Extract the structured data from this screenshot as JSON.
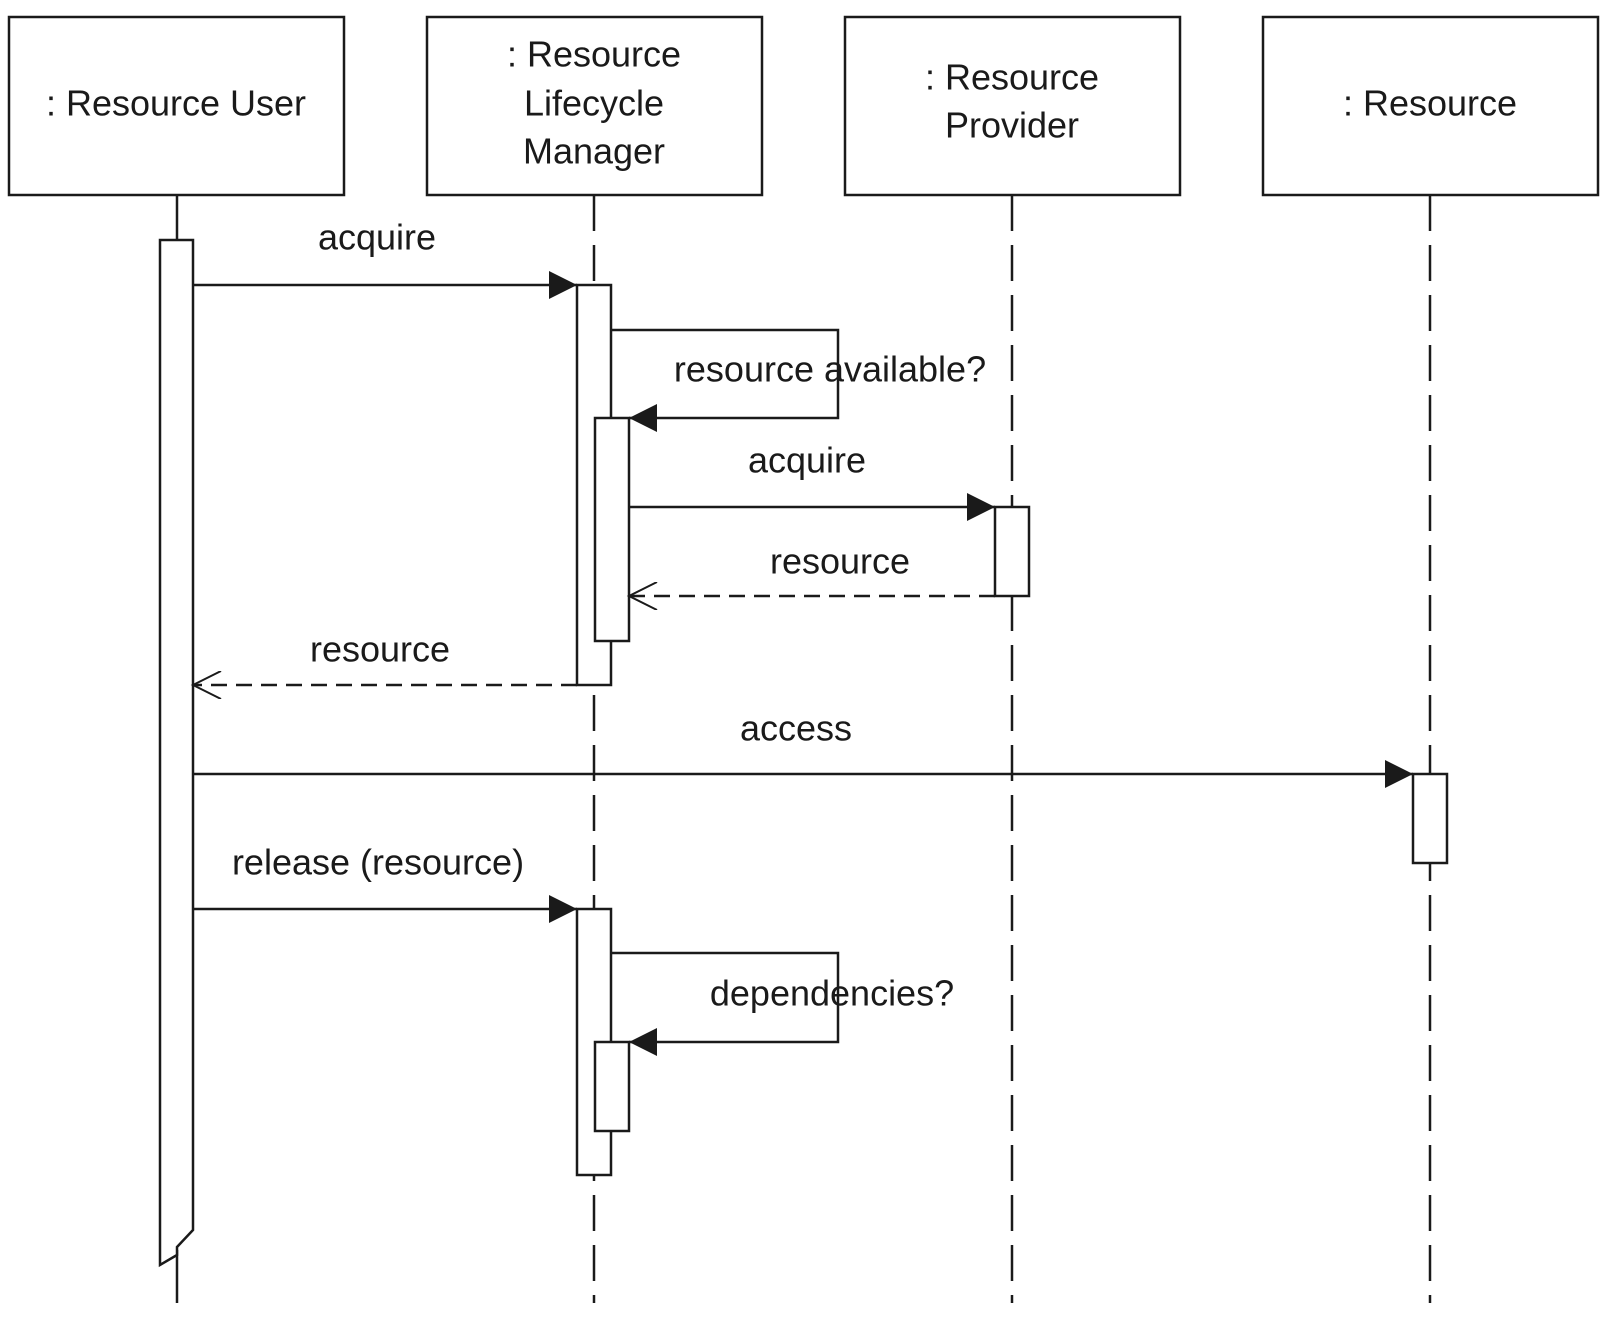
{
  "participants": [
    {
      "id": "user",
      "lines": [
        ": Resource User"
      ]
    },
    {
      "id": "manager",
      "lines": [
        ": Resource",
        "Lifecycle",
        "Manager"
      ]
    },
    {
      "id": "provider",
      "lines": [
        ": Resource",
        "Provider"
      ]
    },
    {
      "id": "resource",
      "lines": [
        ": Resource"
      ]
    }
  ],
  "messages": [
    {
      "id": "acquire-1",
      "label": "acquire",
      "from": "user",
      "to": "manager",
      "kind": "sync"
    },
    {
      "id": "resource-available",
      "label": "resource available?",
      "from": "manager",
      "to": "manager",
      "kind": "self"
    },
    {
      "id": "acquire-2",
      "label": "acquire",
      "from": "manager",
      "to": "provider",
      "kind": "sync"
    },
    {
      "id": "resource-return-1",
      "label": "resource",
      "from": "provider",
      "to": "manager",
      "kind": "return"
    },
    {
      "id": "resource-return-2",
      "label": "resource",
      "from": "manager",
      "to": "user",
      "kind": "return"
    },
    {
      "id": "access",
      "label": "access",
      "from": "user",
      "to": "resource",
      "kind": "sync"
    },
    {
      "id": "release",
      "label": "release (resource)",
      "from": "user",
      "to": "manager",
      "kind": "sync"
    },
    {
      "id": "dependencies",
      "label": "dependencies?",
      "from": "manager",
      "to": "manager",
      "kind": "self"
    }
  ],
  "colors": {
    "line": "#1a1a1a",
    "background": "#ffffff"
  }
}
